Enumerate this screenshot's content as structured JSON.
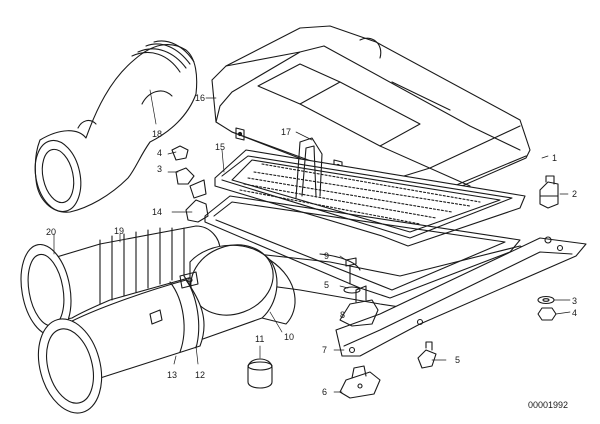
{
  "diagram": {
    "id_text": "00001992",
    "callouts": [
      {
        "key": "p1",
        "label": "1"
      },
      {
        "key": "p2",
        "label": "2"
      },
      {
        "key": "p3a",
        "label": "3"
      },
      {
        "key": "p3b",
        "label": "3"
      },
      {
        "key": "p4a",
        "label": "4"
      },
      {
        "key": "p4b",
        "label": "4"
      },
      {
        "key": "p5a",
        "label": "5"
      },
      {
        "key": "p5b",
        "label": "5"
      },
      {
        "key": "p6",
        "label": "6"
      },
      {
        "key": "p7",
        "label": "7"
      },
      {
        "key": "p8",
        "label": "8"
      },
      {
        "key": "p9",
        "label": "9"
      },
      {
        "key": "p10",
        "label": "10"
      },
      {
        "key": "p11",
        "label": "11"
      },
      {
        "key": "p12",
        "label": "12"
      },
      {
        "key": "p13",
        "label": "13"
      },
      {
        "key": "p14",
        "label": "14"
      },
      {
        "key": "p15",
        "label": "15"
      },
      {
        "key": "p16",
        "label": "16"
      },
      {
        "key": "p17",
        "label": "17"
      },
      {
        "key": "p18",
        "label": "18"
      },
      {
        "key": "p19",
        "label": "19"
      },
      {
        "key": "p20",
        "label": "20"
      }
    ]
  }
}
